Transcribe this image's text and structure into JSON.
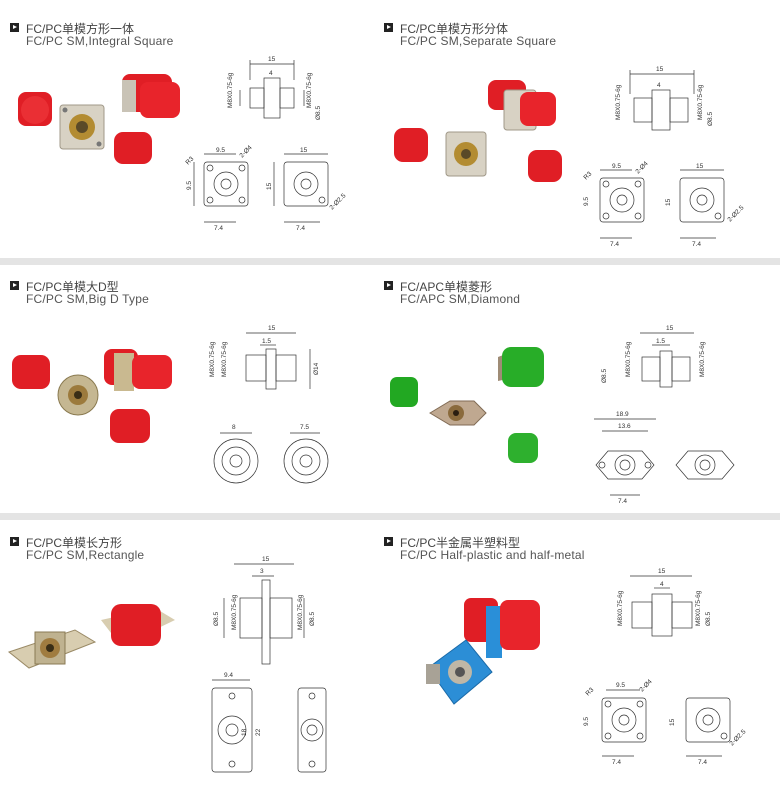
{
  "panels": [
    {
      "title_cn": "FC/PC单模方形一体",
      "title_en": "FC/PC SM,Integral Square",
      "cap_color": "#e8202a",
      "body_style": "square",
      "dims": {
        "top_width": "15",
        "top_inner": "4",
        "side1": "M8X0.75-6g",
        "side2": "M8X0.75-6g",
        "dia": "Ø8.5",
        "front_w": "9.5",
        "front_side": "9.5",
        "holes_a": "2-Ø4",
        "holes_b": "2-Ø2.5",
        "front_w2": "15",
        "front_side2": "15",
        "bottom_a": "7.4",
        "bottom_b": "7.4",
        "r_label": "R3"
      }
    },
    {
      "title_cn": "FC/PC单模方形分体",
      "title_en": "FC/PC SM,Separate Square",
      "cap_color": "#e8202a",
      "body_style": "square-separate",
      "dims": {
        "top_width": "15",
        "top_inner": "4",
        "side1": "M8X0.75-6g",
        "side2": "M8X0.75-6g",
        "dia": "Ø8.5",
        "front_w": "9.5",
        "front_side": "9.5",
        "holes_a": "2-Ø4",
        "holes_b": "2-Ø2.5",
        "front_w2": "15",
        "front_side2": "15",
        "bottom_a": "7.4",
        "bottom_b": "7.4",
        "r_label": "R3"
      }
    },
    {
      "title_cn": "FC/PC单模大D型",
      "title_en": "FC/PC SM,Big D Type",
      "cap_color": "#e8202a",
      "body_style": "round",
      "dims": {
        "top_width": "15",
        "top_inner": "1.5",
        "side1": "M8X0.75-6g",
        "side2": "M8X0.75-6g",
        "dia": "Ø14",
        "front_w": "8",
        "front_w2": "7.5"
      }
    },
    {
      "title_cn": "FC/APC单模菱形",
      "title_en": "FC/APC SM,Diamond",
      "cap_color": "#2eb02e",
      "body_style": "diamond",
      "dims": {
        "top_width": "15",
        "top_inner": "1.5",
        "side1": "M8X0.75-6g",
        "side2": "M8X0.75-6g",
        "dia": "Ø8.5",
        "front_w": "18.9",
        "front_inner": "13.6",
        "bottom_a": "7.4"
      }
    },
    {
      "title_cn": "FC/PC单模长方形",
      "title_en": "FC/PC SM,Rectangle",
      "cap_color": "#e8202a",
      "body_style": "rectangle",
      "dims": {
        "top_width": "15",
        "top_inner": "3",
        "side1": "M8X0.75-6g",
        "side2": "M8X0.75-6g",
        "dia": "Ø8.5",
        "dia2": "Ø8.5",
        "front_w": "9.4",
        "front_side": "18",
        "front_side2": "22"
      }
    },
    {
      "title_cn": "FC/PC半金属半塑料型",
      "title_en": "FC/PC Half-plastic and half-metal",
      "cap_color": "#e8202a",
      "body_style": "half-plastic",
      "dims": {
        "top_width": "15",
        "top_inner": "4",
        "side1": "M8X0.75-6g",
        "side2": "M8X0.75-6g",
        "dia": "Ø8.5",
        "front_w": "9.5",
        "front_side": "9.5",
        "holes_a": "2-Ø4",
        "holes_b": "2-Ø2.5",
        "front_side2": "15",
        "bottom_a": "7.4",
        "bottom_b": "7.4",
        "r_label": "R3"
      }
    }
  ],
  "colors": {
    "cap_red": "#e8202a",
    "cap_green": "#2eb02e",
    "metal": "#c9c3b6",
    "plastic_blue": "#2a8fd8",
    "separator": "#e4e4e4"
  }
}
